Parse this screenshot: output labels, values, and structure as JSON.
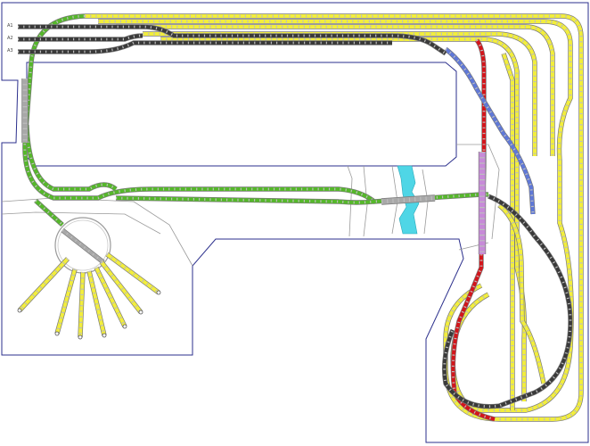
{
  "diagram": {
    "title": "",
    "track_labels": {
      "left_stub_1": "A1",
      "left_stub_2": "A2",
      "left_stub_3": "A3"
    },
    "colors": {
      "background": "#ffffff",
      "baseboard_outline": "#2b2f8c",
      "scenery_outline": "#9a9a9a",
      "track_yellow": "#f2ee3c",
      "track_green": "#55b82a",
      "track_red": "#d3151b",
      "track_blue": "#5f78d8",
      "track_dark": "#3a3a3a",
      "track_violet": "#c78ad8",
      "sleeper": "#bdbdbd",
      "rail_outline": "#7a7a7a",
      "water": "#4fd6e6"
    },
    "legend": "none"
  }
}
